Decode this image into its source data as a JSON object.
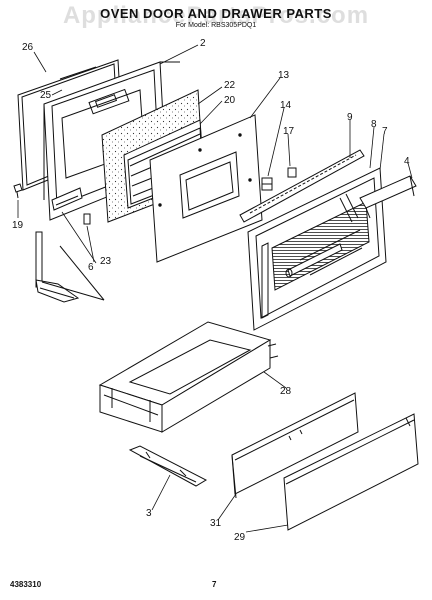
{
  "title": "OVEN DOOR AND DRAWER PARTS",
  "subtitle": "For Model: RBS305PDQ1",
  "watermark": "AppliancePartsPros.com",
  "footer": {
    "doc_number": "4383310",
    "page_number": "7"
  },
  "callouts": {
    "c26": "26",
    "c25": "25",
    "c2": "2",
    "c22": "22",
    "c20": "20",
    "c13": "13",
    "c14": "14",
    "c17": "17",
    "c9": "9",
    "c8": "8",
    "c7": "7",
    "c4": "4",
    "c19": "19",
    "c6": "6",
    "c23": "23",
    "c28": "28",
    "c3": "3",
    "c31": "31",
    "c29": "29"
  }
}
